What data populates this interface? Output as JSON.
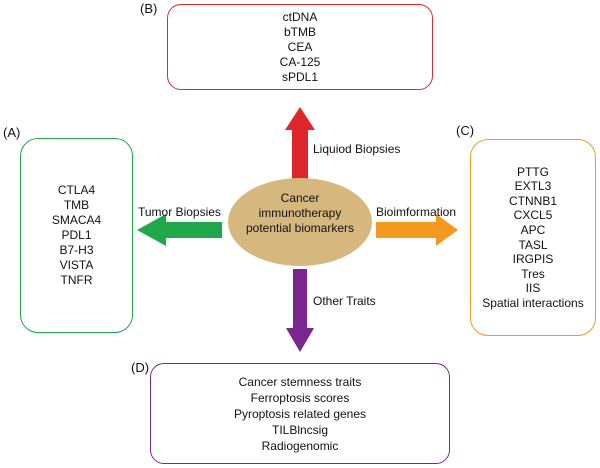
{
  "center": {
    "lines": [
      "Cancer",
      "immunotherapy",
      "potential biomarkers"
    ]
  },
  "panels": {
    "A": {
      "letter": "(A)",
      "arrow_label": "Tumor Biopsies",
      "items": [
        "CTLA4",
        "TMB",
        "SMACA4",
        "PDL1",
        "B7-H3",
        "VISTA",
        "TNFR"
      ]
    },
    "B": {
      "letter": "(B)",
      "arrow_label": "Liquiod Biopsies",
      "items": [
        "ctDNA",
        "bTMB",
        "CEA",
        "CA-125",
        "sPDL1"
      ]
    },
    "C": {
      "letter": "(C)",
      "arrow_label": "Bioimformation",
      "items": [
        "PTTG",
        "EXTL3",
        "CTNNB1",
        "CXCL5",
        "APC",
        "TASL",
        "IRGPIS",
        "Tres",
        "IIS",
        "Spatial interactions"
      ]
    },
    "D": {
      "letter": "(D)",
      "arrow_label": "Other Traits",
      "items": [
        "Cancer stemness traits",
        "Ferroptosis scores",
        "Pyroptosis related genes",
        "TILBlncsig",
        "Radiogenomic"
      ]
    }
  },
  "colors": {
    "A": "#1fa84a",
    "B": "#e0262d",
    "C": "#f39a1e",
    "D": "#7b2690",
    "center_fill": "#d6b87e"
  }
}
